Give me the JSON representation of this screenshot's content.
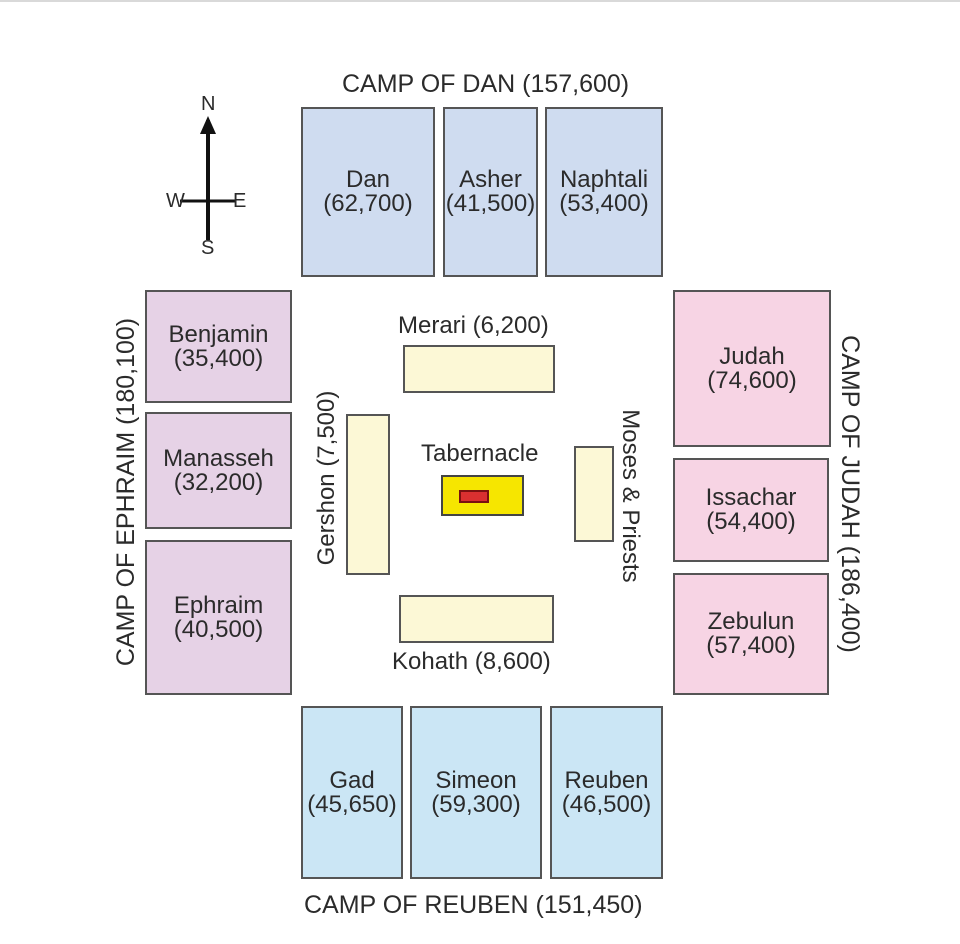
{
  "compass": {
    "north": "N",
    "south": "S",
    "east": "E",
    "west": "W"
  },
  "camps": {
    "dan": {
      "label": "CAMP OF DAN (157,600)"
    },
    "reuben": {
      "label": "CAMP OF REUBEN (151,450)"
    },
    "ephraim": {
      "label": "CAMP OF EPHRAIM (180,100)"
    },
    "judah": {
      "label": "CAMP OF JUDAH (186,400)"
    }
  },
  "tribes": {
    "dan": {
      "name": "Dan",
      "count": "(62,700)"
    },
    "asher": {
      "name": "Asher",
      "count": "(41,500)"
    },
    "naphtali": {
      "name": "Naphtali",
      "count": "(53,400)"
    },
    "benjamin": {
      "name": "Benjamin",
      "count": "(35,400)"
    },
    "manasseh": {
      "name": "Manasseh",
      "count": "(32,200)"
    },
    "ephraim": {
      "name": "Ephraim",
      "count": "(40,500)"
    },
    "judah": {
      "name": "Judah",
      "count": "(74,600)"
    },
    "issachar": {
      "name": "Issachar",
      "count": "(54,400)"
    },
    "zebulun": {
      "name": "Zebulun",
      "count": "(57,400)"
    },
    "gad": {
      "name": "Gad",
      "count": "(45,650)"
    },
    "simeon": {
      "name": "Simeon",
      "count": "(59,300)"
    },
    "reuben": {
      "name": "Reuben",
      "count": "(46,500)"
    }
  },
  "levites": {
    "merari": "Merari (6,200)",
    "gershon": "Gershon (7,500)",
    "kohath": "Kohath (8,600)",
    "moses": "Moses & Priests"
  },
  "tabernacle": {
    "label": "Tabernacle"
  }
}
